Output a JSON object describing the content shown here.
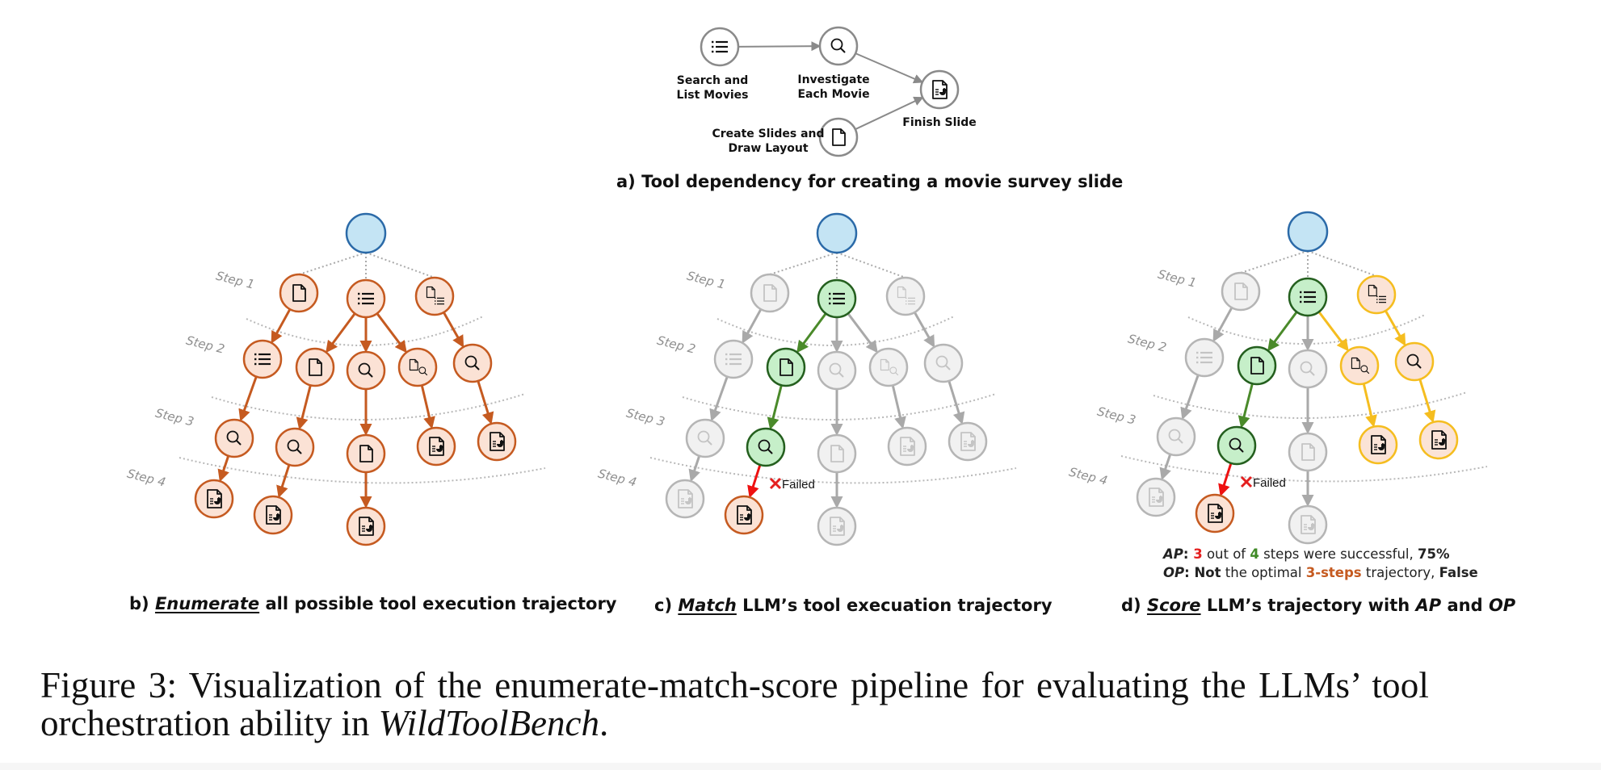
{
  "panel_a": {
    "caption": "a) Tool dependency for creating a movie survey slide",
    "nodes": [
      {
        "id": "list",
        "icon": "list-icon",
        "label": [
          "Search and",
          "List Movies"
        ]
      },
      {
        "id": "search",
        "icon": "search-icon",
        "label": [
          "Investigate",
          "Each Movie"
        ]
      },
      {
        "id": "doc",
        "icon": "document-icon",
        "label": [
          "Create Slides and",
          "Draw Layout"
        ]
      },
      {
        "id": "finish",
        "icon": "slide-chart-icon",
        "label": [
          "Finish Slide"
        ]
      }
    ],
    "edges": [
      [
        "list",
        "search"
      ],
      [
        "search",
        "finish"
      ],
      [
        "doc",
        "finish"
      ]
    ]
  },
  "step_labels": [
    "Step 1",
    "Step 2",
    "Step 3",
    "Step 4"
  ],
  "panel_b": {
    "caption_prefix": "b)",
    "caption_em": "Enumerate",
    "caption_rest": " all possible tool execution trajectory"
  },
  "panel_c": {
    "caption_prefix": "c)",
    "caption_em": "Match",
    "caption_rest": " LLM’s tool execuation trajectory",
    "failed_label": "Failed"
  },
  "panel_d": {
    "caption_prefix": "d)",
    "caption_em": "Score",
    "caption_mid": " LLM’s trajectory with ",
    "caption_ap": "AP",
    "caption_and": " and ",
    "caption_op": "OP",
    "failed_label": "Failed",
    "ap_line": {
      "key": "AP",
      "sep": ": ",
      "success": "3",
      "t1": " out of ",
      "total": "4",
      "t2": " steps were successful, ",
      "value": "75%"
    },
    "op_line": {
      "key": "OP",
      "sep": ": ",
      "not": "Not",
      "t1": " the optimal ",
      "optimal": "3-steps",
      "t2": " trajectory, ",
      "value": "False"
    }
  },
  "tree": {
    "nodes": [
      {
        "id": "s1a",
        "icon": "document-icon"
      },
      {
        "id": "s1b",
        "icon": "list-icon"
      },
      {
        "id": "s1c",
        "icon": "document-list-icon"
      },
      {
        "id": "s2a",
        "icon": "list-icon"
      },
      {
        "id": "s2b",
        "icon": "document-icon"
      },
      {
        "id": "s2c",
        "icon": "search-icon"
      },
      {
        "id": "s2d",
        "icon": "document-search-icon"
      },
      {
        "id": "s2e",
        "icon": "search-icon"
      },
      {
        "id": "s3a",
        "icon": "search-icon"
      },
      {
        "id": "s3b",
        "icon": "search-icon"
      },
      {
        "id": "s3c",
        "icon": "document-icon"
      },
      {
        "id": "s3d",
        "icon": "slide-chart-icon"
      },
      {
        "id": "s3e",
        "icon": "slide-chart-icon"
      },
      {
        "id": "s4a",
        "icon": "slide-chart-icon"
      },
      {
        "id": "s4b",
        "icon": "slide-chart-icon"
      },
      {
        "id": "s4c",
        "icon": "slide-chart-icon"
      }
    ],
    "edges": [
      [
        "s1a",
        "s2a"
      ],
      [
        "s1b",
        "s2b"
      ],
      [
        "s1b",
        "s2c"
      ],
      [
        "s1b",
        "s2d"
      ],
      [
        "s1c",
        "s2e"
      ],
      [
        "s2a",
        "s3a"
      ],
      [
        "s2b",
        "s3b"
      ],
      [
        "s2c",
        "s3c"
      ],
      [
        "s2d",
        "s3d"
      ],
      [
        "s2e",
        "s3e"
      ],
      [
        "s3a",
        "s4a"
      ],
      [
        "s3b",
        "s4b"
      ],
      [
        "s3c",
        "s4c"
      ]
    ]
  },
  "states": {
    "b": {
      "default": "orange"
    },
    "c": {
      "default": "gray",
      "nodes": {
        "s1b": "green",
        "s2b": "green",
        "s3b": "green",
        "s4b": "orange"
      },
      "edges": {
        "s1b-s2b": "green",
        "s2b-s3b": "green",
        "s3b-s4b": "red"
      }
    },
    "d": {
      "default": "gray",
      "nodes": {
        "s1b": "green",
        "s2b": "green",
        "s3b": "green",
        "s4b": "orange",
        "s1c": "yellow",
        "s2d": "yellow",
        "s2e": "yellow",
        "s3d": "yellow",
        "s3e": "yellow"
      },
      "edges": {
        "s1b-s2b": "green",
        "s2b-s3b": "green",
        "s3b-s4b": "red",
        "s1b-s2d": "yellow",
        "s1c-s2e": "yellow",
        "s2d-s3d": "yellow",
        "s2e-s3e": "yellow"
      }
    }
  },
  "colors": {
    "root_fill": "#c4e4f4",
    "root_stroke": "#2b6aa8",
    "orange_fill": "#fbe2d5",
    "orange_stroke": "#c55a20",
    "green_fill": "#c6efc9",
    "green_stroke": "#245f1e",
    "green_edge": "#4a8a2a",
    "gray_fill": "#f1f1f1",
    "gray_stroke": "#b5b5b5",
    "gray_edge": "#a9a9a9",
    "yellow_fill": "#fbe3d6",
    "yellow_stroke": "#f5bd1f",
    "red_edge": "#ee1111",
    "neutral_stroke": "#8a8a8a"
  },
  "figure_caption": {
    "line1": "Figure 3:  Visualization of the enumerate-match-score pipeline for evaluating the LLMs’ tool",
    "line2_pre": "orchestration ability in ",
    "line2_em": "WildToolBench",
    "line2_post": "."
  }
}
